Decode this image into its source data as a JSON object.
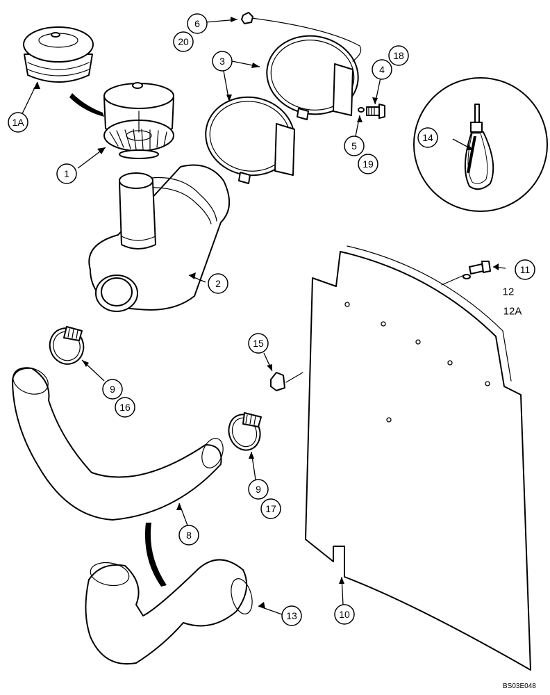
{
  "callouts": {
    "c_1A": "1A",
    "c_1": "1",
    "c_2": "2",
    "c_3": "3",
    "c_4": "4",
    "c_18": "18",
    "c_5": "5",
    "c_19": "19",
    "c_6": "6",
    "c_20": "20",
    "c_8": "8",
    "c_9a": "9",
    "c_16": "16",
    "c_9b": "9",
    "c_17": "17",
    "c_10": "10",
    "c_11": "11",
    "c_13": "13",
    "c_14": "14",
    "c_15": "15"
  },
  "labels": {
    "l_12": "12",
    "l_12A": "12A"
  },
  "reference_code": "BS03E048"
}
